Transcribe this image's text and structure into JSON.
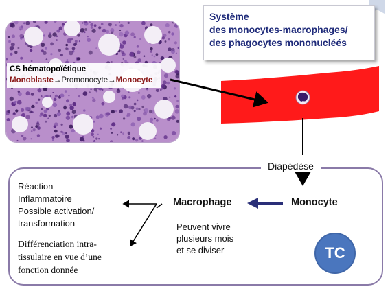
{
  "title_box": {
    "line1": "Système",
    "line2": "des monocytes-macrophages/",
    "line3": "des phagocytes mononucléés"
  },
  "hemato": {
    "title": "CS hématopoïétique",
    "step1": "Monoblaste",
    "step2": "Promonocyte",
    "step3": "Monocyte",
    "arrow_glyph": "→"
  },
  "diapedese": "Diapédèse",
  "macrophage": "Macrophage",
  "monocyte": "Monocyte",
  "fates": {
    "reaction_line1": "Réaction",
    "reaction_line2": "Inflammatoire",
    "reaction_line3": "Possible activation/",
    "reaction_line4": "transformation",
    "diff_line1": "Différenciation intra-",
    "diff_line2": "tissulaire en vue d’une",
    "diff_line3": "fonction donnée"
  },
  "lifespan": {
    "line1": "Peuvent vivre",
    "line2": "plusieurs mois",
    "line3": "et se diviser"
  },
  "badge": "TC",
  "colors": {
    "title_text": "#1f2b7a",
    "vessel_red": "#ff1a1a",
    "monocyte_arrow": "#2a2f78",
    "badge_blue": "#4a76be",
    "box_border": "#8a7aa8",
    "dark_red_text": "#8b1a1a"
  }
}
